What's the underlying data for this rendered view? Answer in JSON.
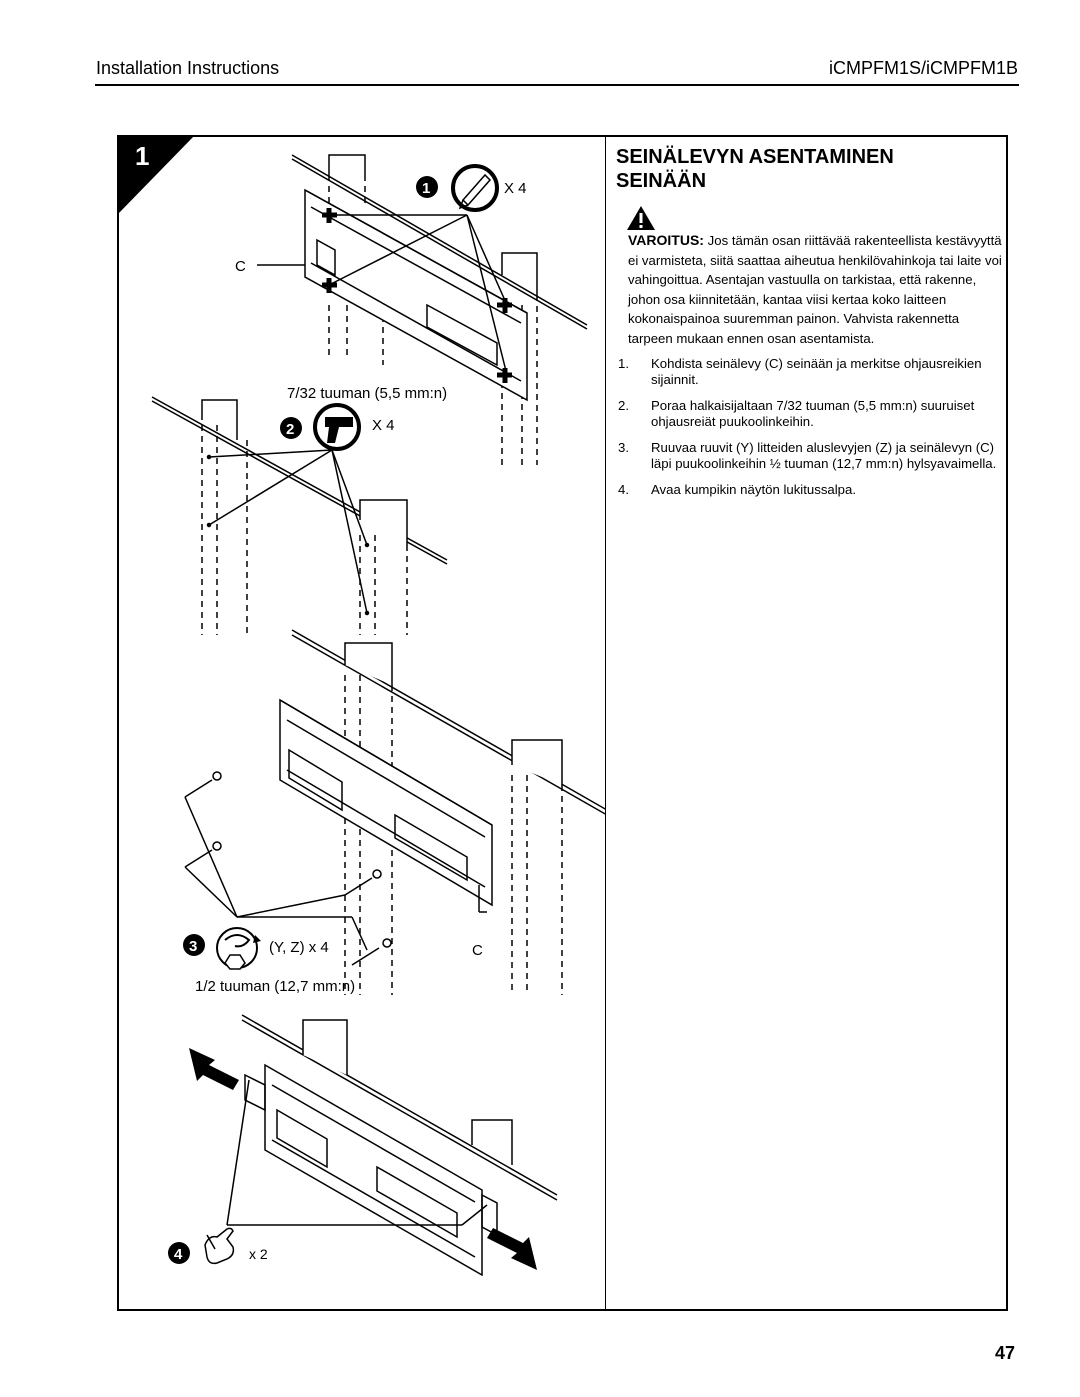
{
  "header": {
    "left": "Installation Instructions",
    "right": "iCMPFM1S/iCMPFM1B"
  },
  "step": {
    "number": "1",
    "title_line1": "SEINÄLEVYN ASENTAMINEN",
    "title_line2": "SEINÄÄN",
    "warning_label": "VAROITUS:",
    "warning_text": "Jos tämän osan riittävää rakenteellista kestävyyttä ei varmisteta, siitä saattaa aiheutua henkilövahinkoja tai laite voi vahingoittua. Asentajan vastuulla on tarkistaa, että rakenne, johon osa kiinnitetään, kantaa viisi kertaa koko laitteen kokonaispainoa suuremman painon. Vahvista rakennetta tarpeen mukaan ennen osan asentamista.",
    "instructions": [
      {
        "num": "1.",
        "text": "Kohdista seinälevy (C) seinään ja merkitse ohjausreikien sijainnit."
      },
      {
        "num": "2.",
        "text": "Poraa halkaisijaltaan 7/32 tuuman (5,5 mm:n) suuruiset ohjausreiät puukoolinkeihin."
      },
      {
        "num": "3.",
        "text": "Ruuvaa ruuvit (Y) litteiden aluslevyjen (Z) ja seinälevyn (C) läpi puukoolinkeihin ½ tuuman (12,7 mm:n) hylsyavaimella."
      },
      {
        "num": "4.",
        "text": "Avaa kumpikin näytön lukitussalpa."
      }
    ]
  },
  "figure": {
    "callout_1": "1",
    "callout_1_qty": "X 4",
    "label_c_top": "C",
    "drill_size": "7/32 tuuman (5,5 mm:n)",
    "callout_2": "2",
    "callout_2_qty": "X 4",
    "callout_3": "3",
    "callout_3_qty": "(Y, Z) x 4",
    "label_c_bottom": "C",
    "socket_size": "1/2 tuuman (12,7 mm:n)",
    "callout_4": "4",
    "callout_4_qty": "x 2"
  },
  "icons": [
    "pencil-icon",
    "drill-icon",
    "socket-wrench-icon",
    "hand-icon",
    "warning-icon"
  ],
  "page_number": "47"
}
